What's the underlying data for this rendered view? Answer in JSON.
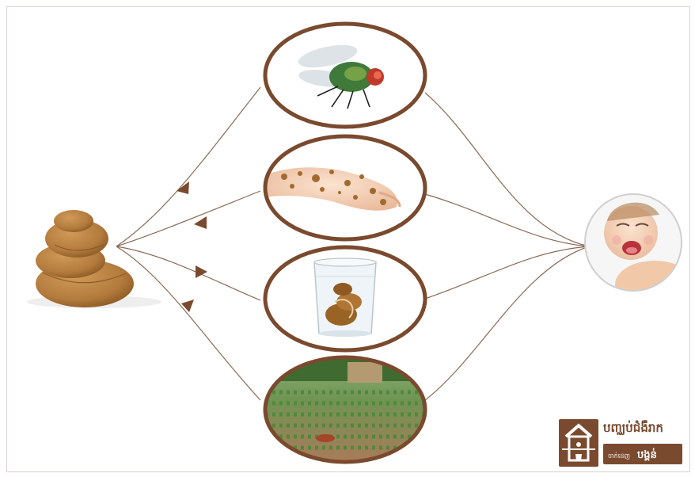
{
  "colors": {
    "accent": "#7a4a2e",
    "connector": "#8b6a55",
    "feces": "#b27a3c",
    "field_green": "#4e8a3a",
    "fly_green": "#3f7a3b"
  },
  "nodes": {
    "source": {
      "icon": "feces-icon"
    },
    "routes": [
      {
        "icon": "fly-icon"
      },
      {
        "icon": "dirty-hand-icon"
      },
      {
        "icon": "contaminated-water-glass-icon"
      },
      {
        "icon": "crop-field-icon"
      }
    ],
    "target": {
      "icon": "crying-baby-icon"
    }
  },
  "logo": {
    "title": "បញ្ឈប់ជំងឺរាក",
    "badge_small": "ចាក់ដេញ",
    "badge_main": "បង្គន់"
  }
}
